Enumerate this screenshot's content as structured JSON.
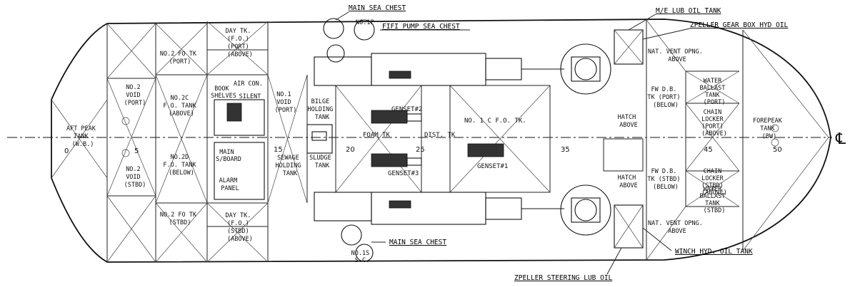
{
  "callouts": {
    "main_sea_chest_top": "MAIN SEA CHEST",
    "fifi_pump_sea_chest": "FIFI PUMP SEA CHEST",
    "me_lub_oil_tank": "M/E LUB OIL TANK",
    "zpeller_gear_box": "ZPELLER GEAR BOX HYD OIL",
    "main_sea_chest_bottom": "MAIN SEA CHEST",
    "winch_hyd_oil_tank": "WINCH HYD. OIL TANK",
    "zpeller_steering": "ZPELLER STEERING LUB OIL"
  },
  "spaces": {
    "aft_peak": [
      "AFT PEAK",
      "TANK",
      "(W.B.)"
    ],
    "void_port": [
      "NO.2",
      "VOID",
      "(PORT)"
    ],
    "void_stbd": [
      "NO.2",
      "VOID",
      "(STBD)"
    ],
    "fo_tk_port": [
      "NO.2 FO TK",
      "(PORT)"
    ],
    "day_tk_port": [
      "DAY TK.",
      "(F.O.)",
      "(PORT)",
      "(ABOVE)"
    ],
    "fo_2c_above": [
      "NO.2C",
      "F.O. TANK",
      "(ABOVE)"
    ],
    "fo_2d_below": [
      "NO.2D",
      "F.O. TANK",
      "(BELOW)"
    ],
    "fo_tk_stbd": [
      "NO.2 FO TK",
      "(STBD)"
    ],
    "day_tk_stbd": [
      "DAY TK.",
      "(F.O.)",
      "(STBD)",
      "(ABOVE)"
    ],
    "book_shelves": [
      "BOOK",
      "SHELVES"
    ],
    "air_con": [
      "AIR CON.",
      "SILENT"
    ],
    "main_swboard": [
      "MAIN",
      "S/BOARD"
    ],
    "alarm_panel": [
      "ALARM",
      "PANEL"
    ],
    "void_1_port": [
      "NO.1",
      "VOID",
      "(PORT)"
    ],
    "sewage": [
      "SEWAGE",
      "HOLDING",
      "TANK"
    ],
    "bilge": [
      "BILGE",
      "HOLDING",
      "TANK"
    ],
    "sludge": [
      "SLUDGE",
      "TANK"
    ],
    "foam_tk": "FOAM TK",
    "dist_tk": "DIST. TK",
    "genset2": "GENSET#2",
    "genset3": "GENSET#3",
    "genset1": "GENSET#1",
    "fo_1c": "NO. 1 C F.O. TK.",
    "hatch_above_top": [
      "HATCH",
      "ABOVE"
    ],
    "hatch_above_bottom": [
      "HATCH",
      "ABOVE"
    ],
    "nat_vent_top": [
      "NAT. VENT OPNG.",
      "ABOVE"
    ],
    "nat_vent_bottom": [
      "NAT. VENT OPNG.",
      "ABOVE"
    ],
    "fw_db_port": [
      "FW D.B.",
      "TK (PORT)",
      "(BELOW)"
    ],
    "fw_db_stbd": [
      "FW D.B.",
      "TK (STBD)",
      "(BELOW)"
    ],
    "water_ballast_port": [
      "WATER",
      "BALLAST",
      "TANK",
      "(PORT)"
    ],
    "chain_locker_port": [
      "CHAIN",
      "LOCKER",
      "(PORT)",
      "(ABOVE)"
    ],
    "chain_locker_stbd": [
      "CHAIN",
      "LOCKER",
      "(STBD)",
      "(ABOVE)"
    ],
    "water_ballast_stbd": [
      "WATER",
      "BALLAST",
      "TANK",
      "(STBD)"
    ],
    "forepeak": [
      "FOREPEAK",
      "TANK",
      "(BW)"
    ],
    "no1p": "NO.1P",
    "no1s": [
      "NO.1S",
      "S.C."
    ]
  },
  "frame_numbers": [
    "0",
    "5",
    "15",
    "20",
    "25",
    "35",
    "45",
    "50"
  ],
  "centerline_symbol": "℄",
  "colors": {
    "ink": "#111111",
    "paper": "#ffffff"
  }
}
